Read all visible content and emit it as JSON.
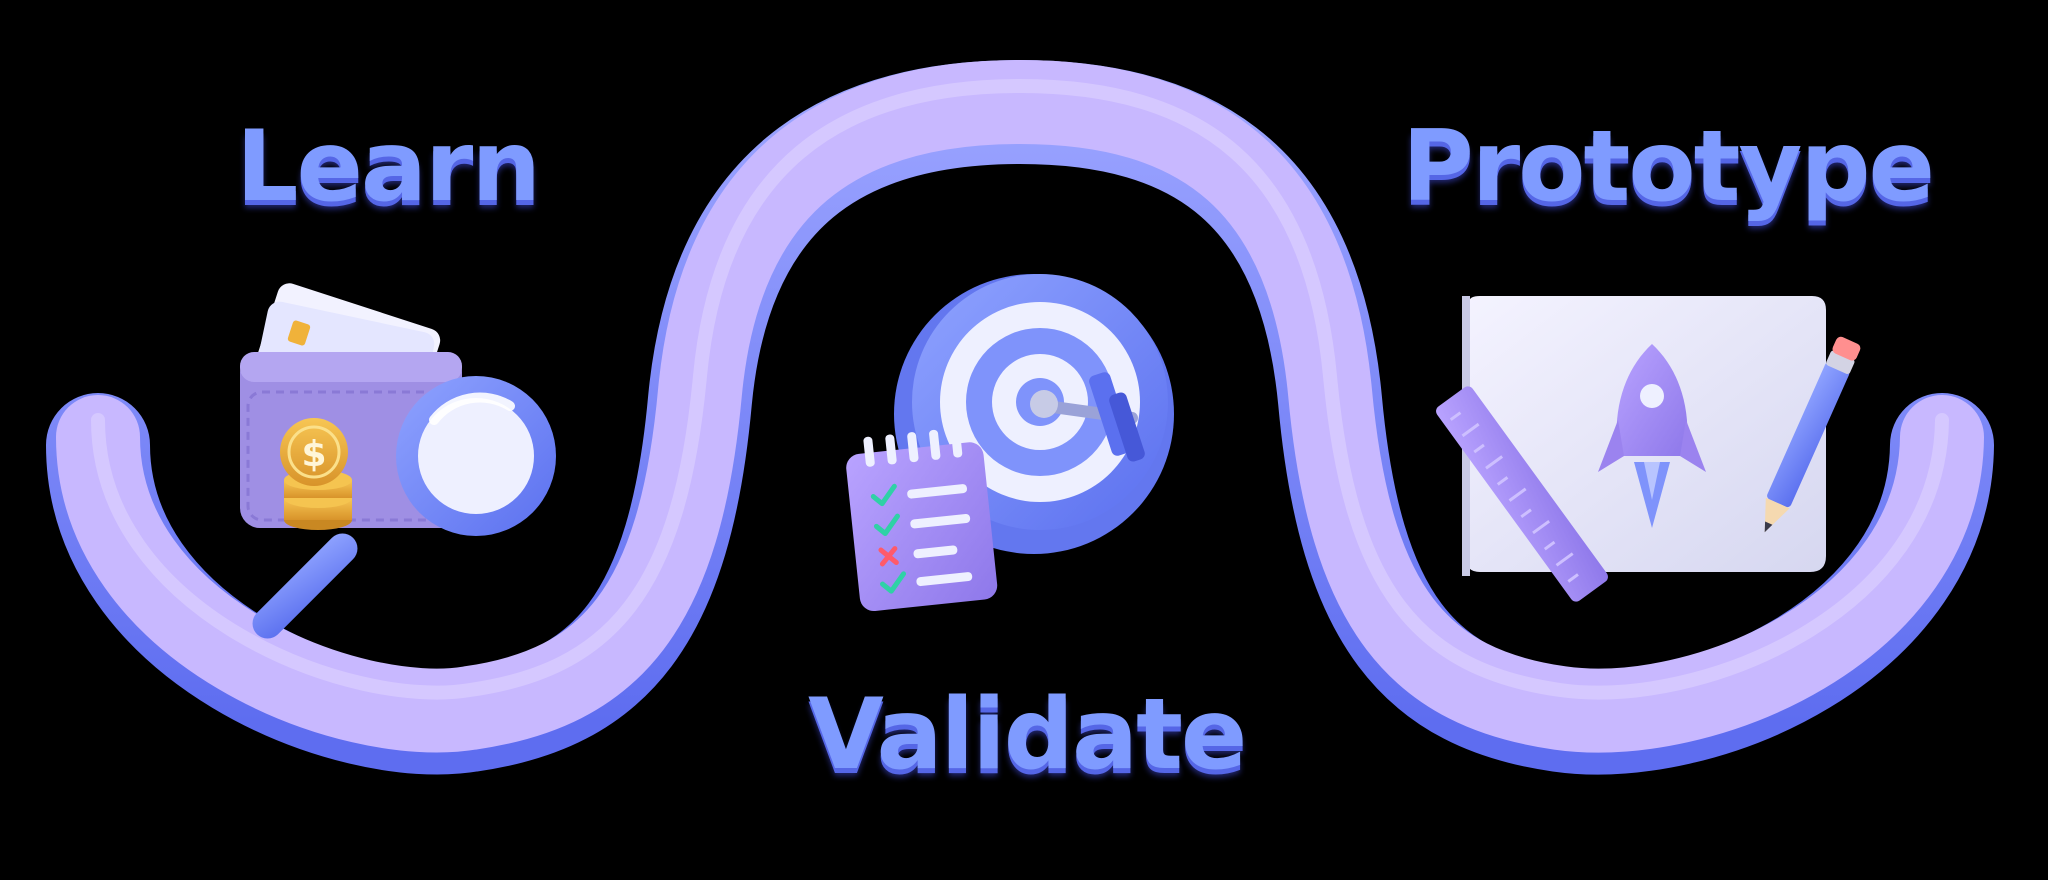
{
  "stages": {
    "learn": {
      "label": "Learn",
      "icon": "wallet-magnifier-icon"
    },
    "validate": {
      "label": "Validate",
      "icon": "target-checklist-icon"
    },
    "prototype": {
      "label": "Prototype",
      "icon": "rocket-sketch-icon"
    }
  },
  "colors": {
    "background": "#000000",
    "label": "#7f9bff",
    "path_fill": "#c8b8ff",
    "path_edge": "#7b86f5",
    "accent_blue": "#6f86f8",
    "accent_purple": "#a58bf5",
    "coin_gold": "#f0b23a"
  }
}
